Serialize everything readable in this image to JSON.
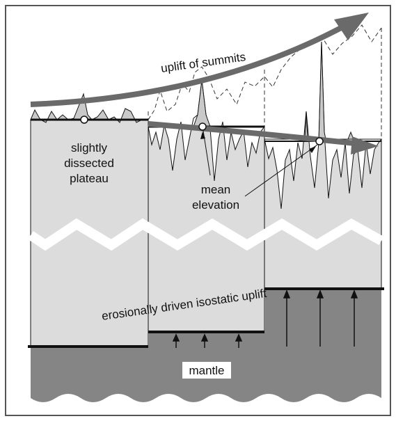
{
  "labels": {
    "uplift_of_summits": "uplift of summits",
    "plateau_line1": "slightly",
    "plateau_line2": "dissected",
    "plateau_line3": "plateau",
    "mean_line1": "mean",
    "mean_line2": "elevation",
    "erosional": "erosionally driven isostatic uplift",
    "mantle": "mantle"
  },
  "colors": {
    "crust_fill": "#dcdcdc",
    "mantle_fill": "#858585",
    "relief_fill": "#c9c9c9",
    "arrow": "#6a6a6a",
    "line": "#111111",
    "frame": "#555555"
  }
}
